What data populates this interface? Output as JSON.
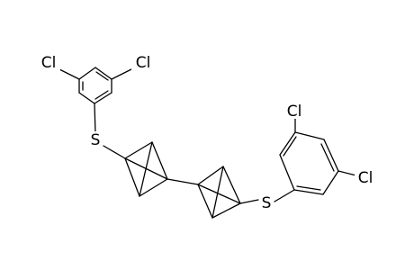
{
  "atom_labels": {
    "cl_left_1": "Cl",
    "cl_left_2": "Cl",
    "s_left": "S",
    "s_right": "S",
    "cl_right_1": "Cl",
    "cl_right_2": "Cl"
  },
  "colors": {
    "background": "#ffffff",
    "bond": "#000000",
    "text": "#000000"
  }
}
